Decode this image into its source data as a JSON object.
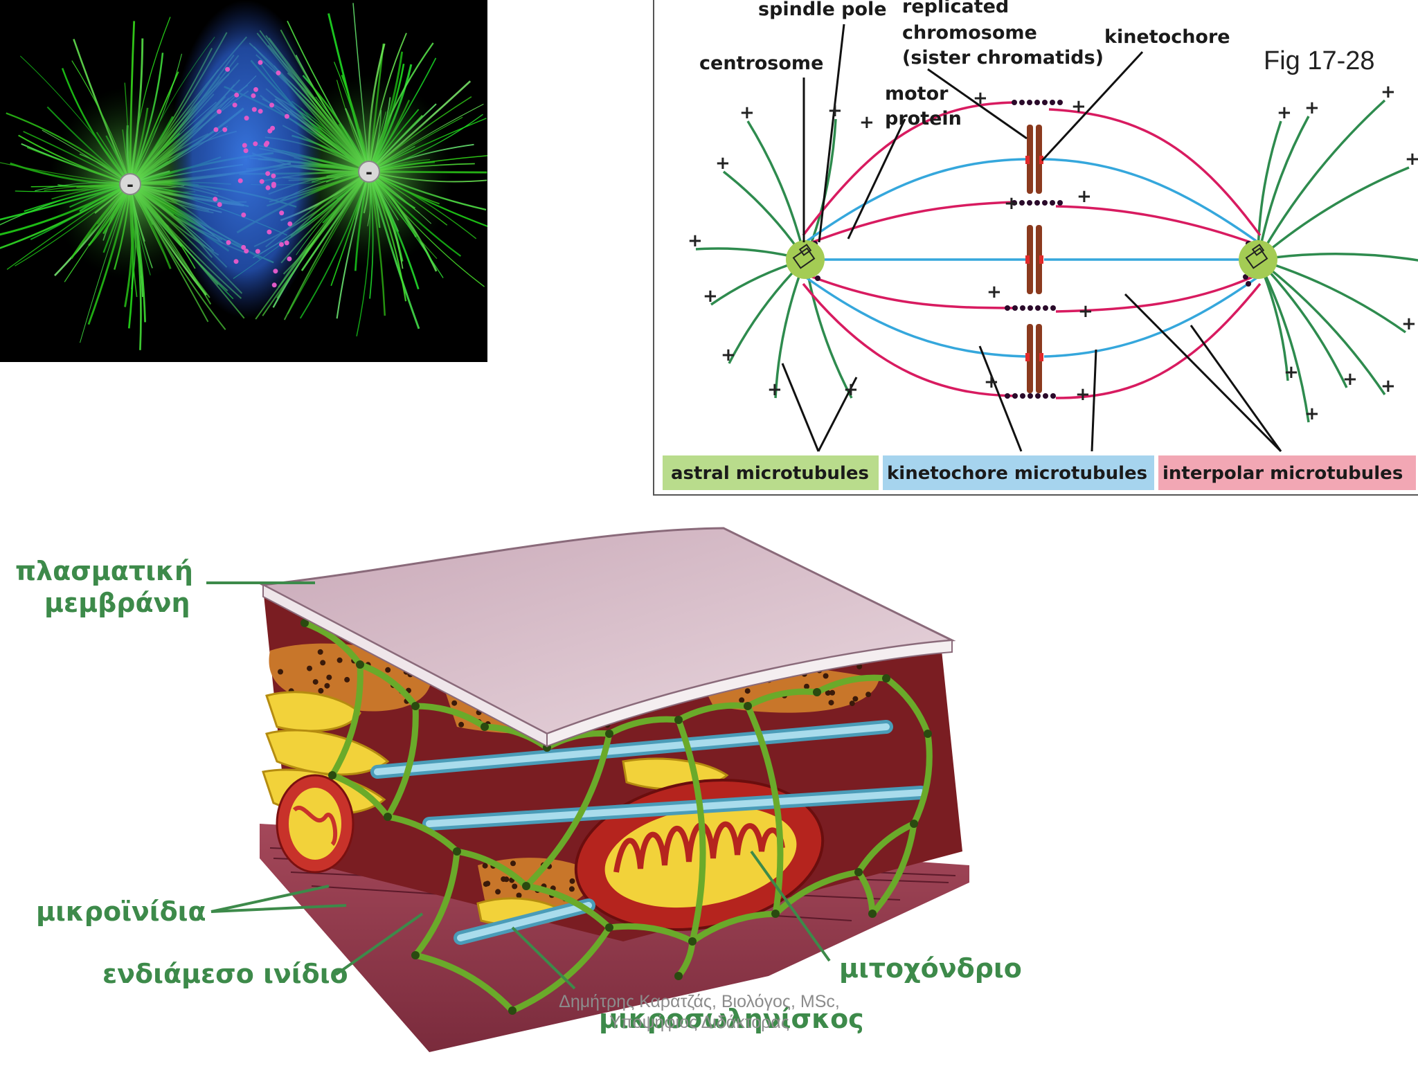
{
  "spindle_diagram": {
    "labels": {
      "spindle_pole": "spindle pole",
      "replicated_line1": "replicated",
      "replicated_line2": "chromosome",
      "replicated_line3": "(sister chromatids)",
      "kinetochore": "kinetochore",
      "centrosome": "centrosome",
      "motor_line1": "motor",
      "motor_line2": "protein",
      "figure_number": "Fig 17-28"
    },
    "legend": [
      {
        "label": "astral microtubules",
        "color": "#b9dc8c"
      },
      {
        "label": "kinetochore microtubules",
        "color": "#a6d4ee"
      },
      {
        "label": "interpolar microtubules",
        "color": "#f2a7b4"
      }
    ],
    "pole_marks": [
      "-",
      "-"
    ],
    "plus_sign": "+"
  },
  "cytoskeleton_diagram": {
    "labels": {
      "plasma_membrane_line1": "πλασματική",
      "plasma_membrane_line2": "μεμβράνη",
      "microfilaments": "μικροϊνίδια",
      "intermediate_filament": "ενδιάμεσο ινίδιο",
      "mitochondrion": "μιτοχόνδριο",
      "microtubule": "μικροσωληνίσκος"
    }
  },
  "footer": {
    "line1": "Δημήτρης Καρατζάς, Βιολόγος, MSc,",
    "line2": "Υποψήφιος Διδάκτορας"
  },
  "colors": {
    "astral": "#2e8b4e",
    "kinetochore_mt": "#35a7dc",
    "interpolar": "#d81b60",
    "centrosome": "#a4cc54",
    "chromosome": "#8b3a1e",
    "greek_label": "#3d8a4a"
  }
}
